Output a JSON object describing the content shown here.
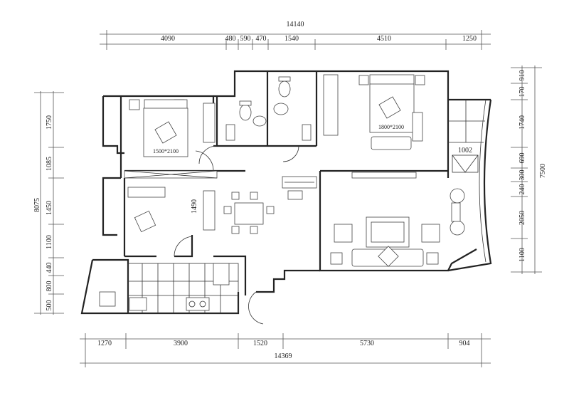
{
  "title": "Apartment floor plan",
  "dimensions": {
    "top_total": "14140",
    "top_segments": [
      "4090",
      "480",
      "590",
      "470",
      "1540",
      "4510",
      "1250"
    ],
    "bottom_total": "14369",
    "bottom_segments": [
      "1270",
      "3900",
      "1520",
      "5730",
      "904"
    ],
    "left_total": "8075",
    "left_segments": [
      "1750",
      "1085",
      "1450",
      "1100",
      "440",
      "800",
      "500"
    ],
    "right_total": "7500",
    "right_segments": [
      "910",
      "170",
      "1740",
      "690",
      "300",
      "240",
      "2050",
      "1100"
    ]
  },
  "annotations": {
    "bed_small": "1500*2100",
    "bed_master": "1800*2100",
    "balcony_width": "1002",
    "corridor_width": "1490"
  }
}
